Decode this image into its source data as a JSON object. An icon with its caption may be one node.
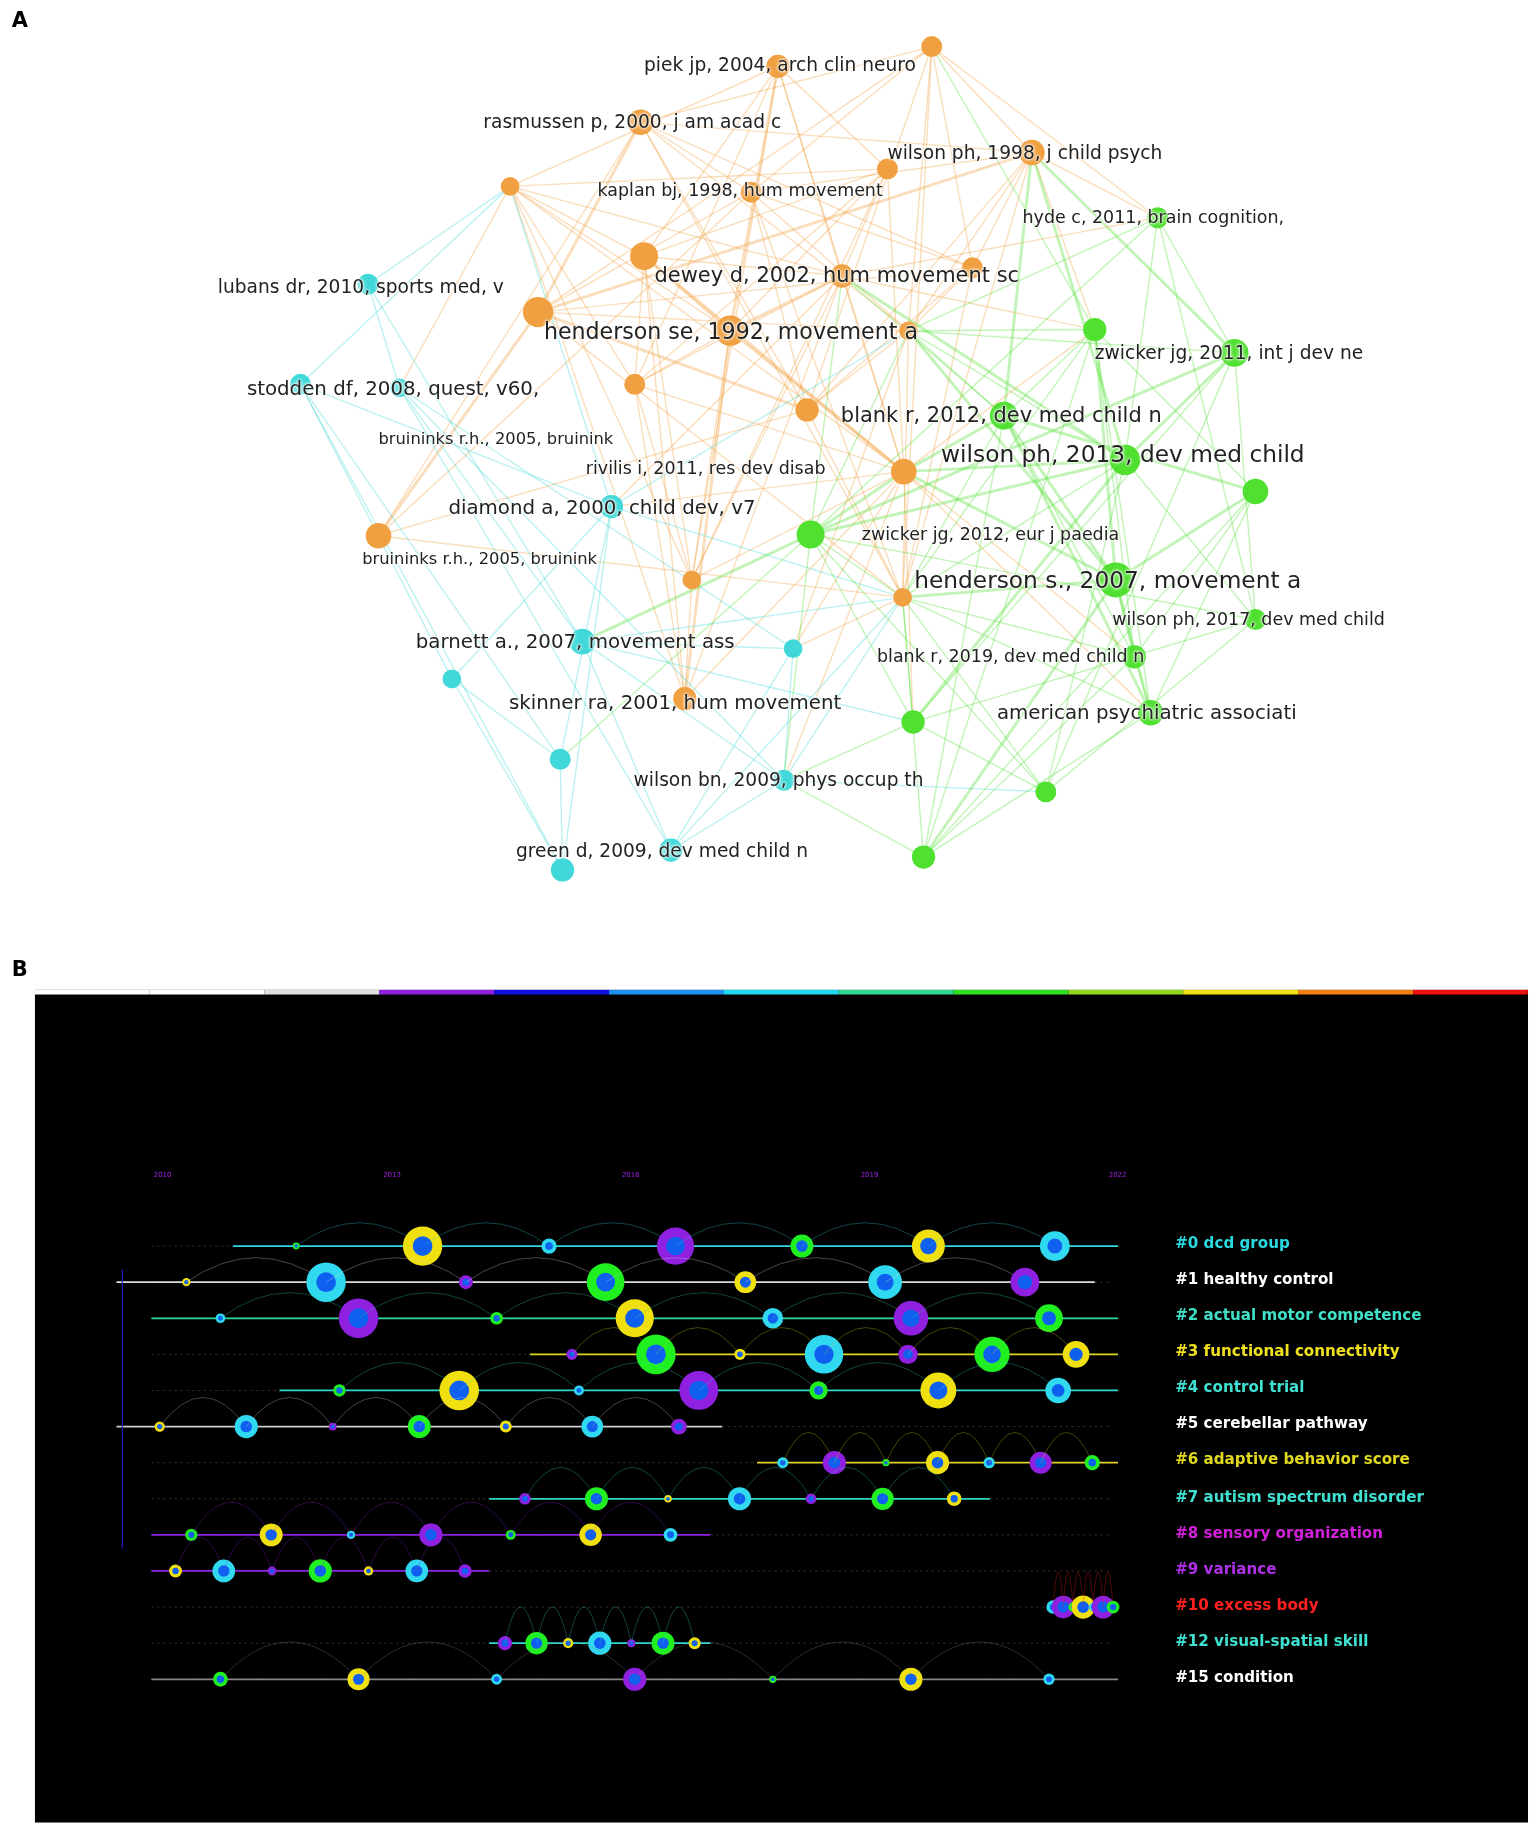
{
  "diagram": {
    "labels": [
      "A",
      "piek jp, 2004, arch clin neuro",
      "rasmussen p, 2000, j am acad c",
      "wilson ph, 1998, j child psych",
      "kaplan bj, 1998, hum movement",
      "hyde c, 2011, brain cognition,",
      "dewey d, 2002, hum movement sc",
      "lubans dr, 2010, sports med, v",
      "henderson se, 1992, movement a",
      "zwicker jg, 2011, int j dev ne",
      "stodden df, 2008, quest, v60,",
      "blank r, 2012, dev med child n",
      "bruininks r.h., 2005, bruinink",
      "wilson ph, 2013, dev med child",
      "rivilis i, 2011, res dev disab",
      "diamond a, 2000, child dev, v7",
      "zwicker jg, 2012, eur j paedia",
      "bruininks r.h., 2005, bruinink",
      "henderson s., 2007, movement a",
      "wilson ph, 2017, dev med child",
      "barnett a., 2007, movement ass",
      "blank r, 2019, dev med child n",
      "skinner ra, 2001, hum movement",
      "american psychiatric associati",
      "wilson bn, 2009, phys occup th",
      "green d, 2009, dev med child n",
      "B",
      "2010",
      "2013",
      "2016",
      "2019",
      "2022",
      "#0 dcd group",
      "#1 healthy control",
      "#2 actual motor competence",
      "#3 functional connectivity",
      "#4 control trial",
      "#5 cerebellar pathway",
      "#6 adaptive behavior score",
      "#7 autism spectrum disorder",
      "#8 sensory organization",
      "#9 variance",
      "#10 excess body",
      "#12 visual-spatial skill",
      "#15 condition"
    ]
  }
}
